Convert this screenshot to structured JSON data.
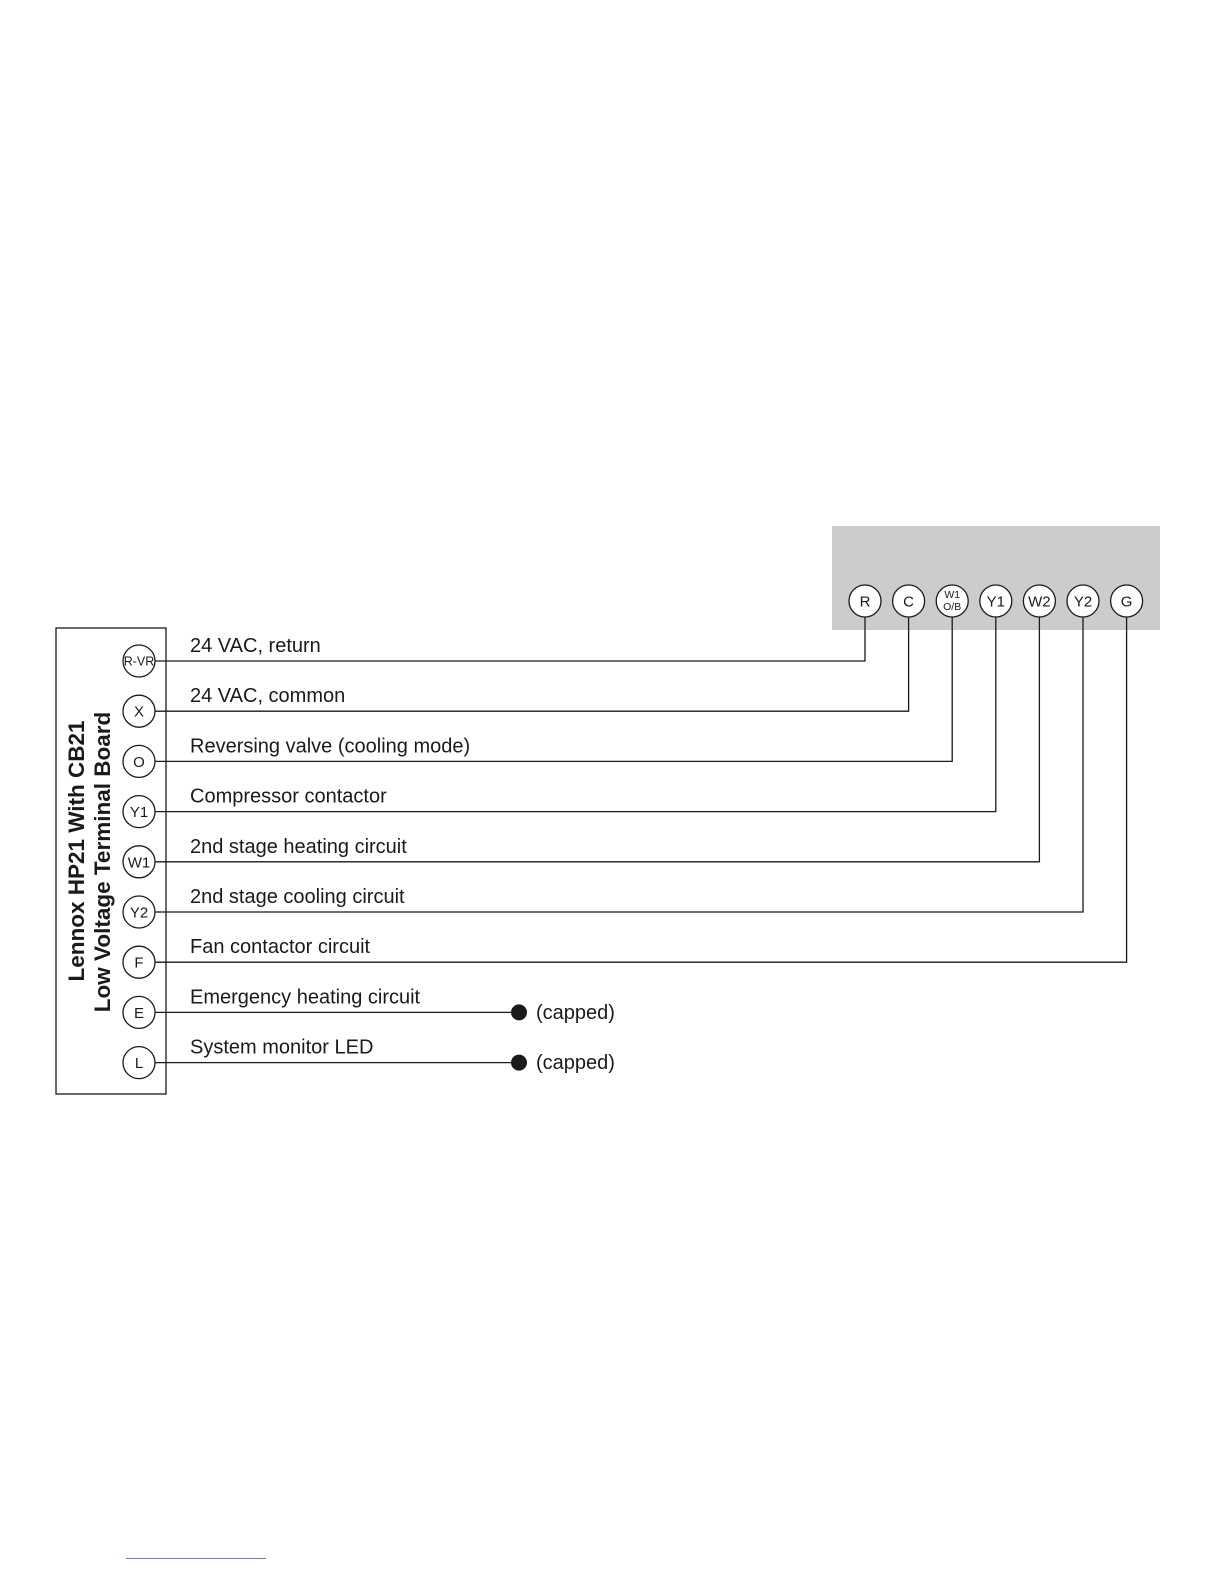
{
  "board": {
    "title_line1": "Lennox HP21 With CB21",
    "title_line2": "Low Voltage Terminal Board"
  },
  "thermostat": {
    "panel_color": "#cccccc",
    "terminals": [
      {
        "name": "R"
      },
      {
        "name": "C"
      },
      {
        "name": "W1",
        "sub": "O/B"
      },
      {
        "name": "Y1"
      },
      {
        "name": "W2"
      },
      {
        "name": "Y2"
      },
      {
        "name": "G"
      }
    ]
  },
  "connections": [
    {
      "board_terminal": "R-VR",
      "label": "24 VAC, return",
      "to": "R"
    },
    {
      "board_terminal": "X",
      "label": "24 VAC, common",
      "to": "C"
    },
    {
      "board_terminal": "O",
      "label": "Reversing valve (cooling mode)",
      "to": "W1"
    },
    {
      "board_terminal": "Y1",
      "label": "Compressor contactor",
      "to": "Y1"
    },
    {
      "board_terminal": "W1",
      "label": "2nd stage heating circuit",
      "to": "W2"
    },
    {
      "board_terminal": "Y2",
      "label": "2nd stage cooling circuit",
      "to": "Y2"
    },
    {
      "board_terminal": "F",
      "label": "Fan contactor circuit",
      "to": "G"
    },
    {
      "board_terminal": "E",
      "label": "Emergency heating circuit",
      "to": null,
      "end_label": "(capped)"
    },
    {
      "board_terminal": "L",
      "label": "System monitor LED",
      "to": null,
      "end_label": "(capped)"
    }
  ]
}
